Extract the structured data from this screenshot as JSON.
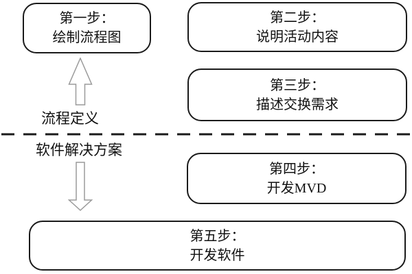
{
  "diagram": {
    "boxes": [
      {
        "id": "step1",
        "line1": "第一步：",
        "line2": "绘制流程图"
      },
      {
        "id": "step2",
        "line1": "第二步：",
        "line2": "说明活动内容"
      },
      {
        "id": "step3",
        "line1": "第三步：",
        "line2": "描述交换需求"
      },
      {
        "id": "step4",
        "line1": "第四步：",
        "line2": "开发MVD"
      },
      {
        "id": "step5",
        "line1": "第五步：",
        "line2": "开发软件"
      }
    ],
    "labels": {
      "upper_section": "流程定义",
      "lower_section": "软件解决方案"
    },
    "colors": {
      "background": "#ffffff",
      "box_border": "#1a1a1a",
      "text": "#111111",
      "arrow_outline": "#9a9a9a",
      "divider": "#1a1a1a"
    }
  }
}
